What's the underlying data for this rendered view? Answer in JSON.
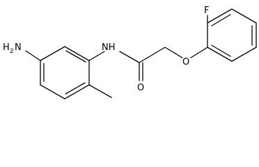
{
  "molecule": {
    "labels": {
      "amino_h": "H",
      "amino_sub": "2",
      "amino_n": "N",
      "amide_nh": "NH",
      "carbonyl_o": "O",
      "ether_o": "O",
      "fluorine": "F"
    }
  }
}
